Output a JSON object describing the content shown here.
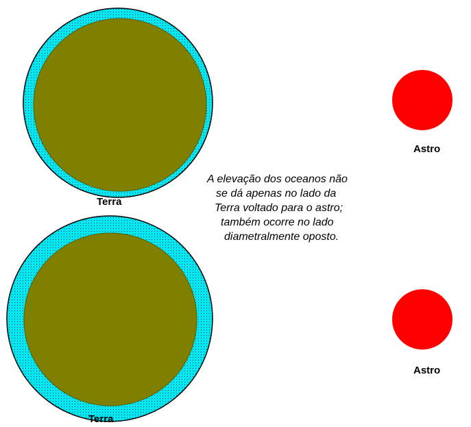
{
  "labels": {
    "earth_top": "Terra",
    "earth_bottom": "Terra",
    "astro_top": "Astro",
    "astro_bottom": "Astro"
  },
  "caption": {
    "lines": [
      "A elevação dos oceanos não",
      "se dá apenas no lado da",
      "Terra voltado para o astro;",
      "também ocorre no lado",
      "diametralmente oposto."
    ]
  },
  "colors": {
    "earth": "#808000",
    "ocean": "#00e8f0",
    "ocean_dots": "#2a2a6a",
    "astro": "#ff0000",
    "outline": "#000000",
    "background": "#ffffff"
  }
}
